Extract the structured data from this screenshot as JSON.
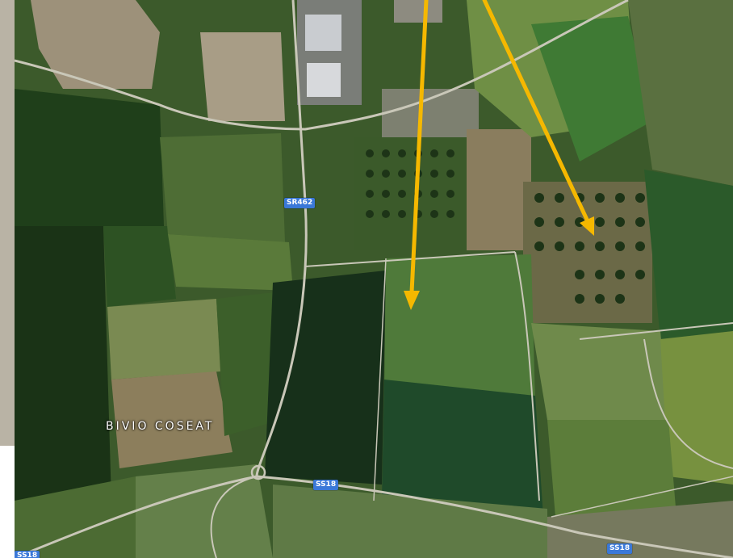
{
  "map": {
    "type": "satellite",
    "place_labels": [
      {
        "name": "bivio-coseat",
        "text": "BIVIO COSEAT"
      }
    ],
    "road_shields": [
      {
        "name": "sr462",
        "text": "SR462",
        "color": "#3a78d8"
      },
      {
        "name": "ss18-center",
        "text": "SS18",
        "color": "#3a78d8"
      },
      {
        "name": "ss18-right",
        "text": "SS18",
        "color": "#3a78d8"
      },
      {
        "name": "ss18-left",
        "text": "SS18",
        "color": "#3a78d8"
      }
    ],
    "annotations": {
      "arrow_color": "#f5b800",
      "arrow_count": 2
    },
    "colors": {
      "field_dark": "#1f3f1a",
      "field_mid": "#3f6b2c",
      "field_light": "#6a8f3e",
      "soil": "#8c7a5a",
      "road": "#c9c7b8"
    }
  }
}
